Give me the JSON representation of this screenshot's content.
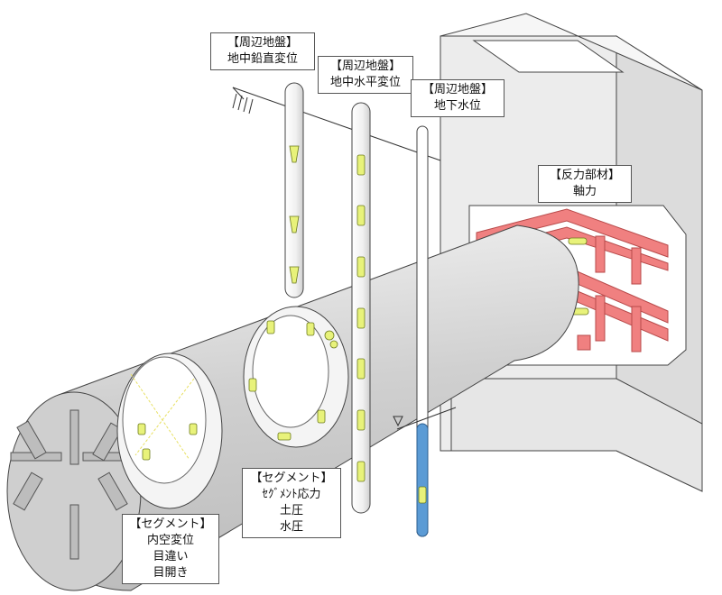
{
  "labels": {
    "vertical": {
      "title": "【周辺地盤】",
      "line1": "地中鉛直変位"
    },
    "horizontal": {
      "title": "【周辺地盤】",
      "line1": "地中水平変位"
    },
    "water": {
      "title": "【周辺地盤】",
      "line1": "地下水位"
    },
    "reaction": {
      "title": "【反力部材】",
      "line1": "軸力"
    },
    "seg_stress": {
      "title": "【セグメント】",
      "line1": "ｾｸﾞﾒﾝﾄ応力",
      "line2": "土圧",
      "line3": "水圧"
    },
    "seg_inner": {
      "title": "【セグメント】",
      "line1": "内空変位",
      "line2": "目違い",
      "line3": "目開き"
    }
  },
  "colors": {
    "sensor": "#e8f27a",
    "frame": "#f08080",
    "water": "#5b9bd5",
    "shaft": "#ececec",
    "tunnel": "#d6d6d6"
  }
}
